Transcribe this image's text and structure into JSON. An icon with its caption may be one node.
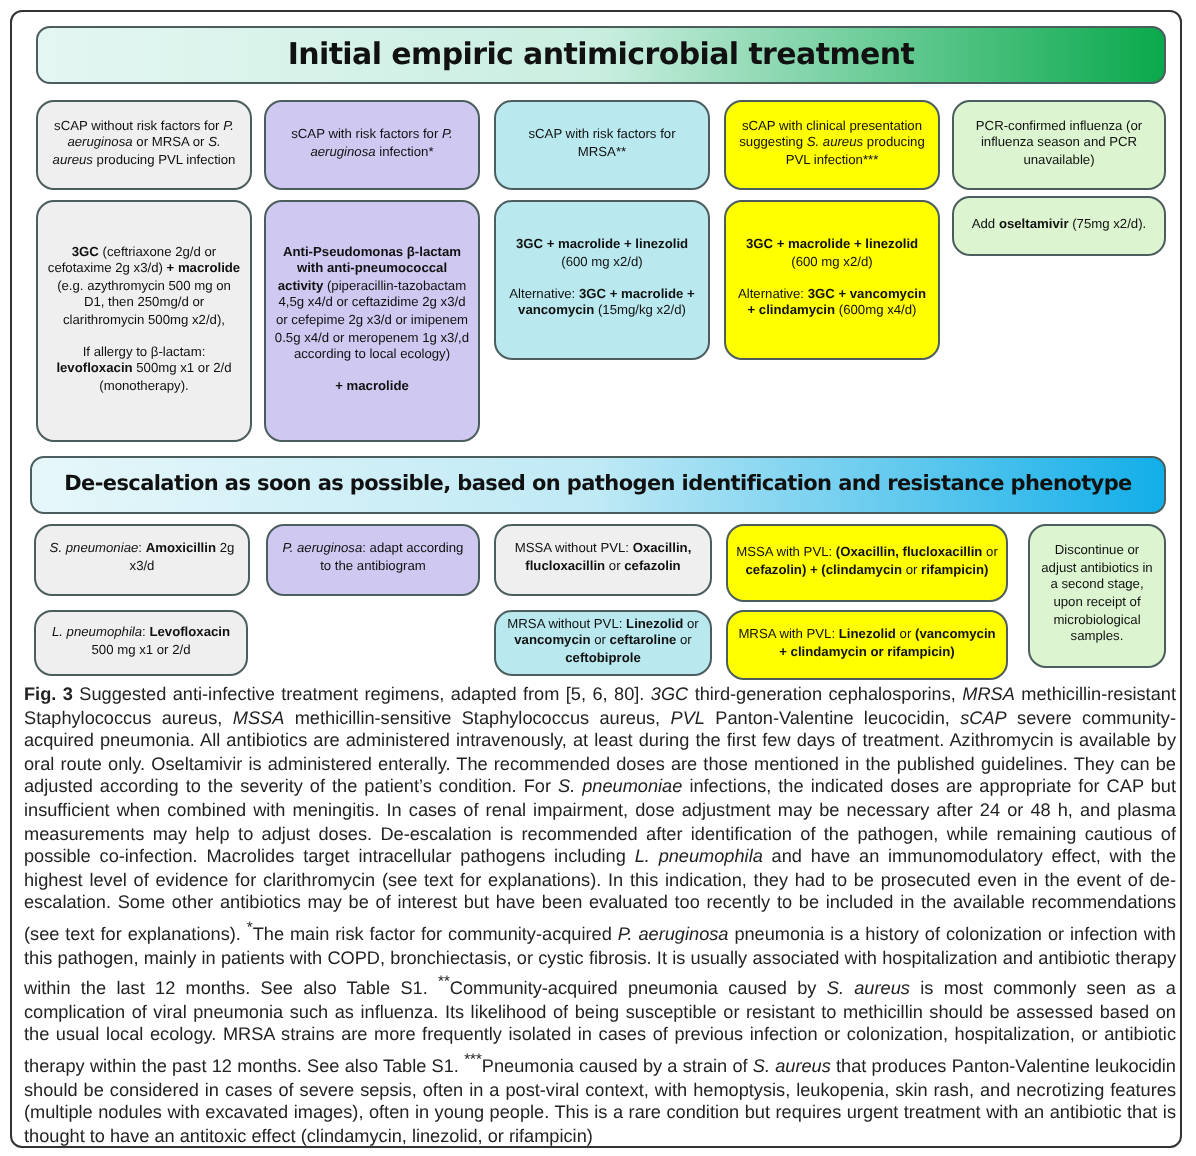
{
  "diagram": {
    "nodes": [
      {
        "text": [
          "Initial empiric antimicrobial treatment"
        ]
      },
      {
        "text": [
          "sCAP without risk factors for *P. aeruginosa* or MRSA or *S. aureus* producing PVL infection"
        ]
      },
      {
        "text": [
          "sCAP with risk factors for *P. aeruginosa* infection*"
        ]
      },
      {
        "text": [
          "sCAP with risk factors for MRSA**"
        ]
      },
      {
        "text": [
          "sCAP with clinical presentation suggesting *S. aureus* producing PVL infection***"
        ]
      },
      {
        "text": [
          "PCR-confirmed influenza (or influenza season and PCR unavailable)"
        ]
      },
      {
        "text": [
          "**3GC** (ceftriaxone 2g/d or cefotaxime 2g x3/d) **+ macrolide** (e.g. azythromycin 500 mg on D1, then 250mg/d or clarithromycin 500mg x2/d),",
          "If allergy to β-lactam: **levofloxacin** 500mg x1 or 2/d (monotherapy)."
        ]
      },
      {
        "text": [
          "**Anti-Pseudomonas β-lactam with anti-pneumococcal activity** (piperacillin-tazobactam 4,5g x4/d or ceftazidime 2g x3/d or cefepime 2g x3/d or imipenem 0.5g x4/d or meropenem 1g x3/,d according to local ecology)",
          "**+ macrolide**"
        ]
      },
      {
        "text": [
          "**3GC + macrolide + linezolid** (600 mg x2/d)",
          "Alternative: **3GC + macrolide + vancomycin** (15mg/kg x2/d)"
        ]
      },
      {
        "text": [
          "**3GC + macrolide + linezolid** (600 mg x2/d)",
          "Alternative: **3GC + vancomycin + clindamycin** (600mg x4/d)"
        ]
      },
      {
        "text": [
          "Add **oseltamivir** (75mg x2/d)."
        ]
      },
      {
        "text": [
          "De-escalation as soon as possible, based on pathogen identification and resistance phenotype"
        ]
      },
      {
        "text": [
          "*S. pneumoniae*: **Amoxicillin** 2g x3/d"
        ]
      },
      {
        "text": [
          "*P. aeruginosa*: adapt according to the antibiogram"
        ]
      },
      {
        "text": [
          "MSSA without PVL: **Oxacillin, flucloxacillin** or **cefazolin**"
        ]
      },
      {
        "text": [
          "MSSA with PVL: **(Oxacillin, flucloxacillin** or **cefazolin)** **+ (clindamycin** or **rifampicin)**"
        ]
      },
      {
        "text": [
          "Discontinue or adjust antibiotics in a second stage, upon receipt of microbiological samples."
        ]
      },
      {
        "text": [
          "*L. pneumophila*: **Levofloxacin** 500 mg x1 or 2/d"
        ]
      },
      {
        "text": [
          "MRSA without PVL: **Linezolid** or **vancomycin** or **ceftaroline** or **ceftobiprole**"
        ]
      },
      {
        "text": [
          "MRSA with PVL: **Linezolid** or **(vancomycin + clindamycin or rifampicin)**"
        ]
      }
    ],
    "caption": "**Fig. 3** Suggested anti-infective treatment regimens, adapted from [5, 6, 80]. *3GC* third-generation cephalosporins, *MRSA* methicillin-resistant Staphylococcus aureus, *MSSA* methicillin-sensitive Staphylococcus aureus, *PVL* Panton-Valentine leucocidin, *sCAP* severe community-acquired pneumonia. All antibiotics are administered intravenously, at least during the first few days of treatment. Azithromycin is available by oral route only. Oseltamivir is administered enterally. The recommended doses are those mentioned in the published guidelines. They can be adjusted according to the severity of the patient’s condition. For *S. pneumoniae* infections, the indicated doses are appropriate for CAP but insufficient when combined with meningitis. In cases of renal impairment, dose adjustment may be necessary after 24 or 48 h, and plasma measurements may help to adjust doses. De-escalation is recommended after identification of the pathogen, while remaining cautious of possible co-infection. Macrolides target intracellular pathogens including *L. pneumophila* and have an immunomodulatory effect, with the highest level of evidence for clarithromycin (see text for explanations). In this indication, they had to be prosecuted even in the event of de-escalation. Some other antibiotics may be of interest but have been evaluated too recently to be included in the available recommendations (see text for explanations). $^{*}$The main risk factor for community-acquired *P. aeruginosa* pneumonia is a history of colonization or infection with this pathogen, mainly in patients with COPD, bronchiectasis, or cystic fibrosis. It is usually associated with hospitalization and antibiotic therapy within the last 12 months. See also Table S1. $^{**}$Community-acquired pneumonia caused by *S. aureus* is most commonly seen as a complication of viral pneumonia such as influenza. Its likelihood of being susceptible or resistant to methicillin should be assessed based on the usual local ecology. MRSA strains are more frequently isolated in cases of previous infection or colonization, hospitalization, or antibiotic therapy within the past 12 months. See also Table S1. $^{***}$Pneumonia caused by a strain of *S. aureus* that produces Panton-Valentine leukocidin should be considered in cases of severe sepsis, often in a post-viral context, with hemoptysis, leukopenia, skin rash, and necrotizing features (multiple nodules with excavated images), often in young people. This is a rare condition but requires urgent treatment with an antibiotic that is thought to have an antitoxic effect (clindamycin, linezolid, or rifampicin)"
  }
}
